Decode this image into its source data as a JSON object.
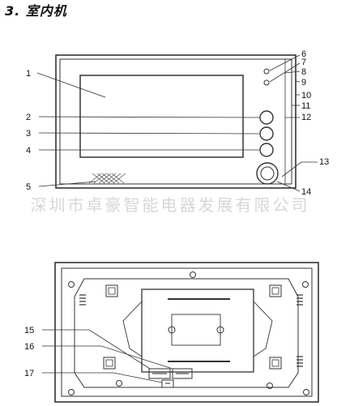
{
  "heading": "3. 室内机",
  "watermark": "深圳市卓豪智能电器发展有限公司",
  "front_callouts": [
    "1",
    "2",
    "3",
    "4",
    "5",
    "6",
    "7",
    "8",
    "9",
    "10",
    "11",
    "12",
    "13",
    "14"
  ],
  "back_callouts": [
    "15",
    "16",
    "17"
  ]
}
